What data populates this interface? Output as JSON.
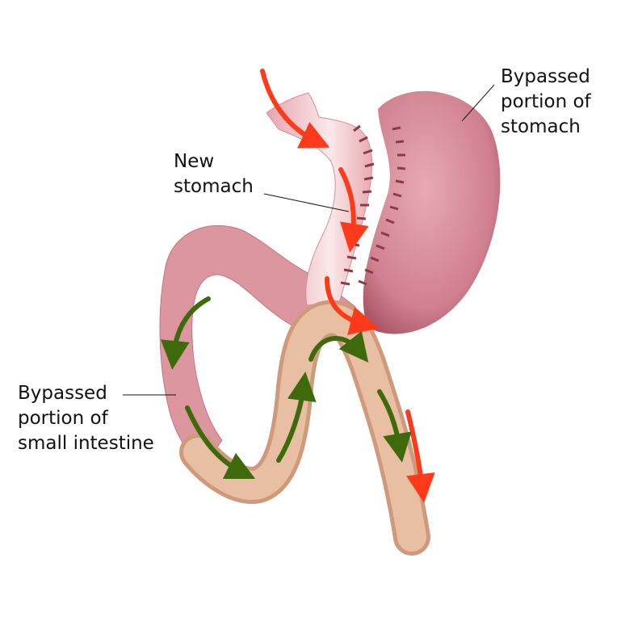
{
  "labels": {
    "bypassed_stomach": [
      "Bypassed",
      "portion of",
      "stomach"
    ],
    "new_stomach": [
      "New",
      "stomach"
    ],
    "bypassed_intestine": [
      "Bypassed",
      "portion of",
      "small intestine"
    ]
  },
  "colors": {
    "stomach": "#cf7c89",
    "pouch": "#f3d3d6",
    "intestine": "#e2b697",
    "staple": "#8a3a4a",
    "food_arrow": "#ff3a1a",
    "juice_arrow": "#3e6a0c"
  }
}
